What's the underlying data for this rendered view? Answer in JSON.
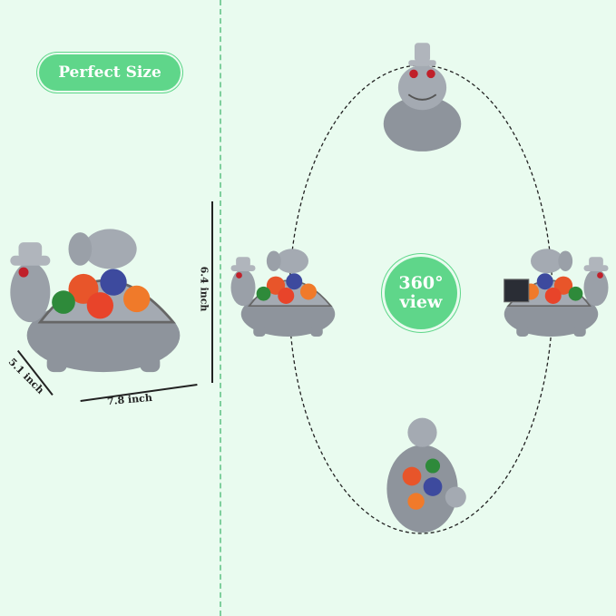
{
  "badge": {
    "label": "Perfect Size"
  },
  "dimensions": {
    "height": "6.4 inch",
    "width": "7.8 inch",
    "depth": "5.1 inch"
  },
  "view_badge": {
    "line1": "360°",
    "line2": "view"
  },
  "colors": {
    "background": "#e9fbef",
    "accent": "#5fd68a",
    "statue": "#9aa0a8"
  }
}
